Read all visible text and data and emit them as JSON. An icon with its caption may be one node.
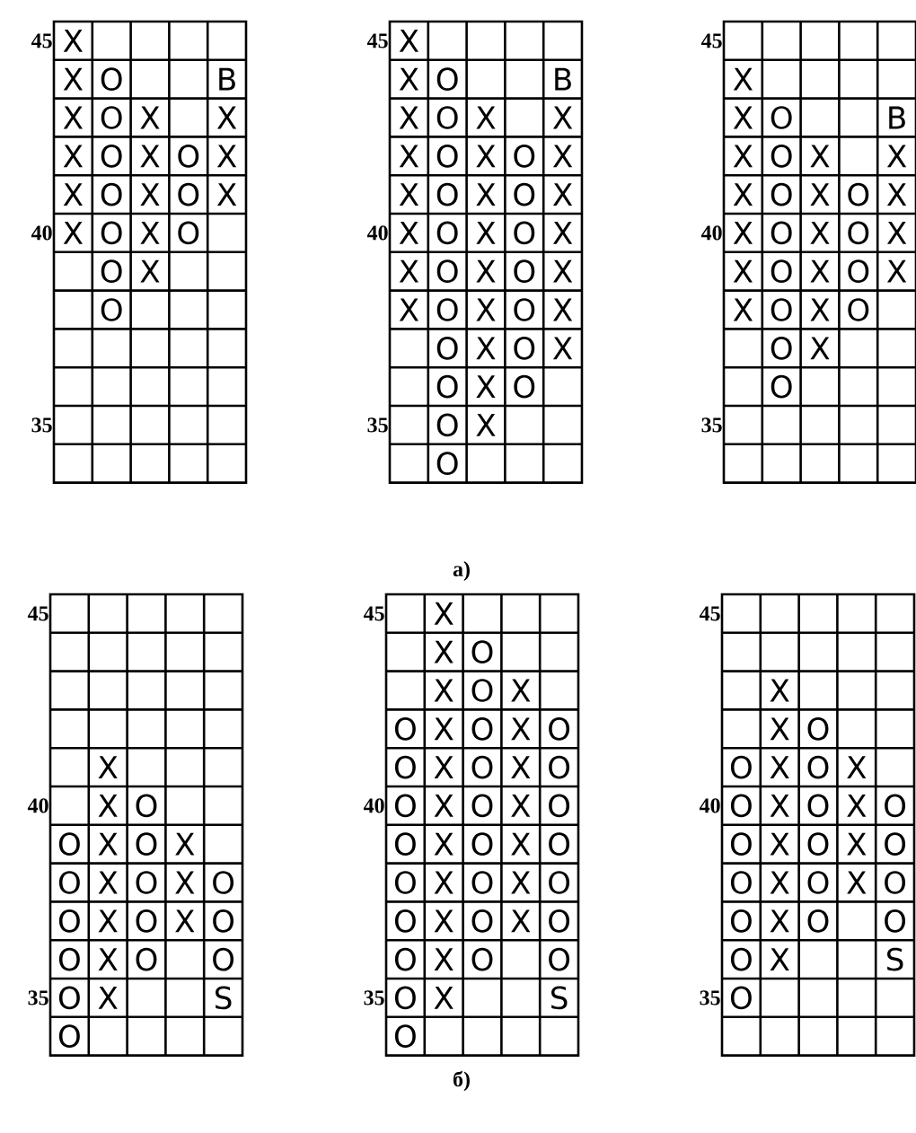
{
  "diagram": {
    "labels": [
      "45",
      "X",
      "X",
      "O",
      "B",
      "X",
      "O",
      "X",
      "X",
      "X",
      "O",
      "X",
      "O",
      "X",
      "X",
      "O",
      "X",
      "O",
      "X",
      "40",
      "X",
      "O",
      "X",
      "O",
      "O",
      "X",
      "O",
      "35",
      "45",
      "X",
      "X",
      "O",
      "B",
      "X",
      "O",
      "X",
      "X",
      "X",
      "O",
      "X",
      "O",
      "X",
      "X",
      "O",
      "X",
      "O",
      "X",
      "40",
      "X",
      "O",
      "X",
      "O",
      "X",
      "X",
      "O",
      "X",
      "O",
      "X",
      "X",
      "O",
      "X",
      "O",
      "X",
      "O",
      "X",
      "O",
      "X",
      "O",
      "X",
      "O",
      "35",
      "O",
      "X",
      "O",
      "45",
      "X",
      "X",
      "O",
      "B",
      "X",
      "O",
      "X",
      "X",
      "X",
      "O",
      "X",
      "O",
      "X",
      "40",
      "X",
      "O",
      "X",
      "O",
      "X",
      "X",
      "O",
      "X",
      "O",
      "X",
      "X",
      "O",
      "X",
      "O",
      "O",
      "X",
      "O",
      "35",
      "a)",
      "45",
      "X",
      "40",
      "X",
      "O",
      "O",
      "X",
      "O",
      "X",
      "O",
      "X",
      "O",
      "X",
      "O",
      "O",
      "X",
      "O",
      "X",
      "O",
      "O",
      "X",
      "O",
      "O",
      "35",
      "O",
      "X",
      "S",
      "O",
      "45",
      "X",
      "X",
      "O",
      "X",
      "O",
      "X",
      "O",
      "X",
      "O",
      "X",
      "O",
      "O",
      "X",
      "O",
      "X",
      "O",
      "40",
      "O",
      "X",
      "O",
      "X",
      "O",
      "O",
      "X",
      "O",
      "X",
      "O",
      "O",
      "X",
      "O",
      "X",
      "O",
      "O",
      "X",
      "O",
      "X",
      "O",
      "O",
      "X",
      "O",
      "O",
      "35",
      "O",
      "X",
      "S",
      "O",
      "45",
      "X",
      "X",
      "O",
      "O",
      "X",
      "O",
      "X",
      "40",
      "O",
      "X",
      "O",
      "X",
      "O",
      "O",
      "X",
      "O",
      "X",
      "O",
      "O",
      "X",
      "O",
      "X",
      "O",
      "O",
      "X",
      "O",
      "O",
      "O",
      "X",
      "S",
      "35",
      "O",
      "б)"
    ]
  }
}
